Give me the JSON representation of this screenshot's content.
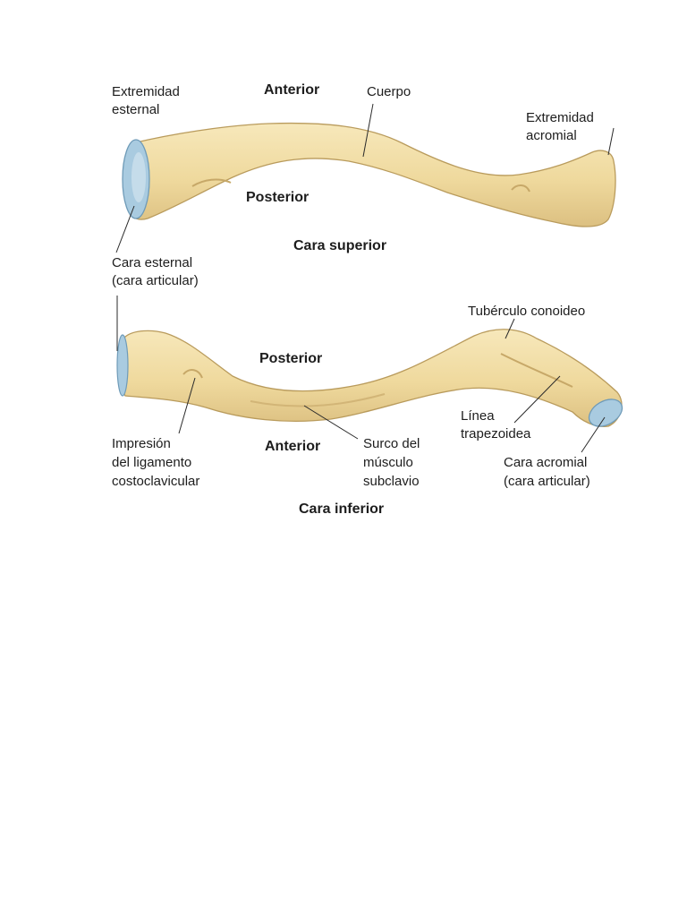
{
  "superior_view": {
    "title": "Cara superior",
    "labels": {
      "extremidad_esternal": [
        "Extremidad",
        "esternal"
      ],
      "anterior": "Anterior",
      "cuerpo": "Cuerpo",
      "extremidad_acromial": [
        "Extremidad",
        "acromial"
      ],
      "posterior": "Posterior",
      "cara_esternal": [
        "Cara esternal",
        "(cara articular)"
      ]
    }
  },
  "inferior_view": {
    "title": "Cara inferior",
    "labels": {
      "tuberculo_conoideo": "Tubérculo conoideo",
      "posterior": "Posterior",
      "linea_trapezoidea": [
        "Línea",
        "trapezoidea"
      ],
      "impresion_ligamento": [
        "Impresión",
        "del ligamento",
        "costoclavicular"
      ],
      "anterior": "Anterior",
      "surco_musculo": [
        "Surco del",
        "músculo",
        "subclavio"
      ],
      "cara_acromial": [
        "Cara acromial",
        "(cara articular)"
      ]
    }
  },
  "colors": {
    "bone_fill": "#f2dfa6",
    "bone_shadow": "#d9bf7e",
    "bone_outline": "#b99b5c",
    "articular_fill": "#a9cbe0",
    "articular_outline": "#6f9bb8"
  }
}
